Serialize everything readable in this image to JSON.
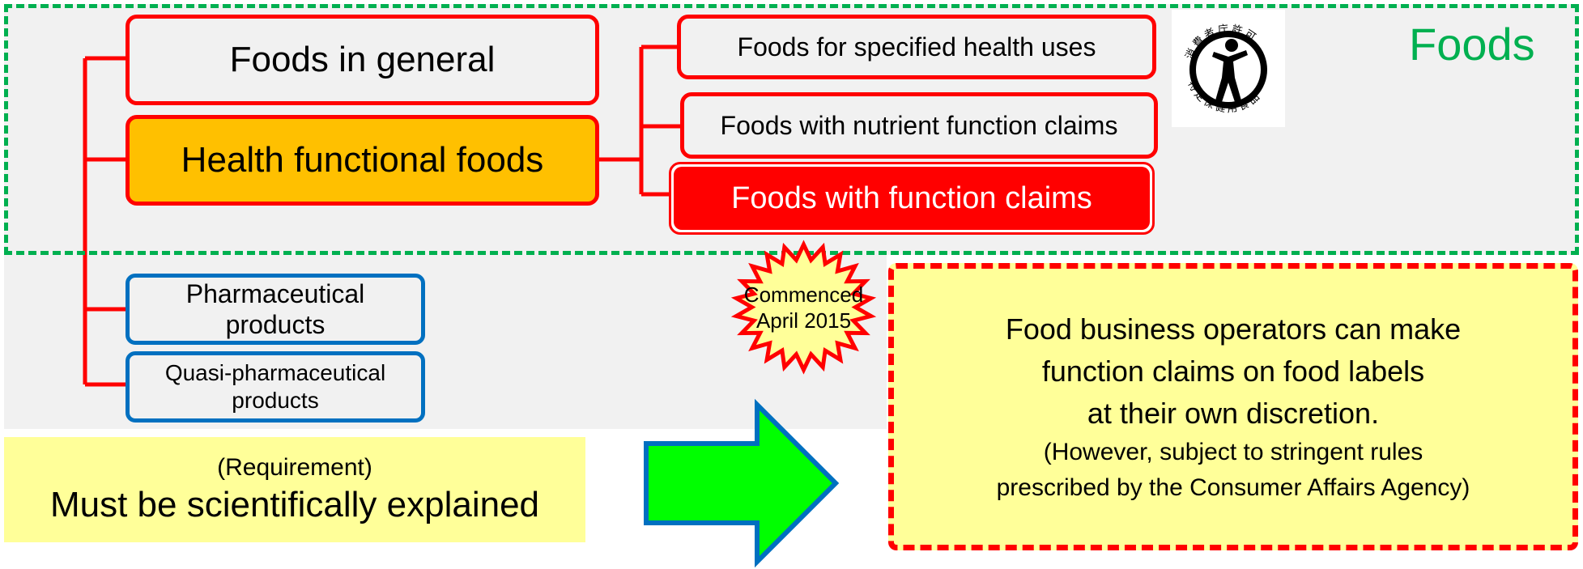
{
  "region_label": "Foods",
  "tree": {
    "foods_in_general": "Foods in general",
    "health_functional_foods": "Health functional foods",
    "specified_health_uses": "Foods for specified health uses",
    "nutrient_function_claims": "Foods with nutrient function claims",
    "function_claims": "Foods with function claims",
    "pharmaceutical": "Pharmaceutical products",
    "quasi_pharmaceutical": "Quasi-pharmaceutical products"
  },
  "logo": {
    "top_text": "消費者庁許可",
    "bottom_text": "特定保健用食品"
  },
  "starburst": {
    "line1": "Commenced",
    "line2": "April 2015"
  },
  "requirement": {
    "label": "(Requirement)",
    "text": "Must be scientifically explained"
  },
  "callout": {
    "line1": "Food business operators can make",
    "line2": "function claims on food labels",
    "line3": "at their own discretion.",
    "note1": "(However, subject to stringent rules",
    "note2": "prescribed by the Consumer Affairs Agency)"
  },
  "colors": {
    "tree_line": "#ff0000",
    "foods_border": "#00b050",
    "health_functional_fill": "#ffc000",
    "function_claims_fill": "#ff0000",
    "pharma_border": "#0070c0",
    "arrow_fill": "#00ff00",
    "arrow_border": "#0070c0",
    "callout_fill": "#ffff99",
    "callout_border": "#ff0000"
  },
  "icons": [
    "fosho-logo-icon",
    "starburst-icon",
    "right-arrow-icon"
  ]
}
